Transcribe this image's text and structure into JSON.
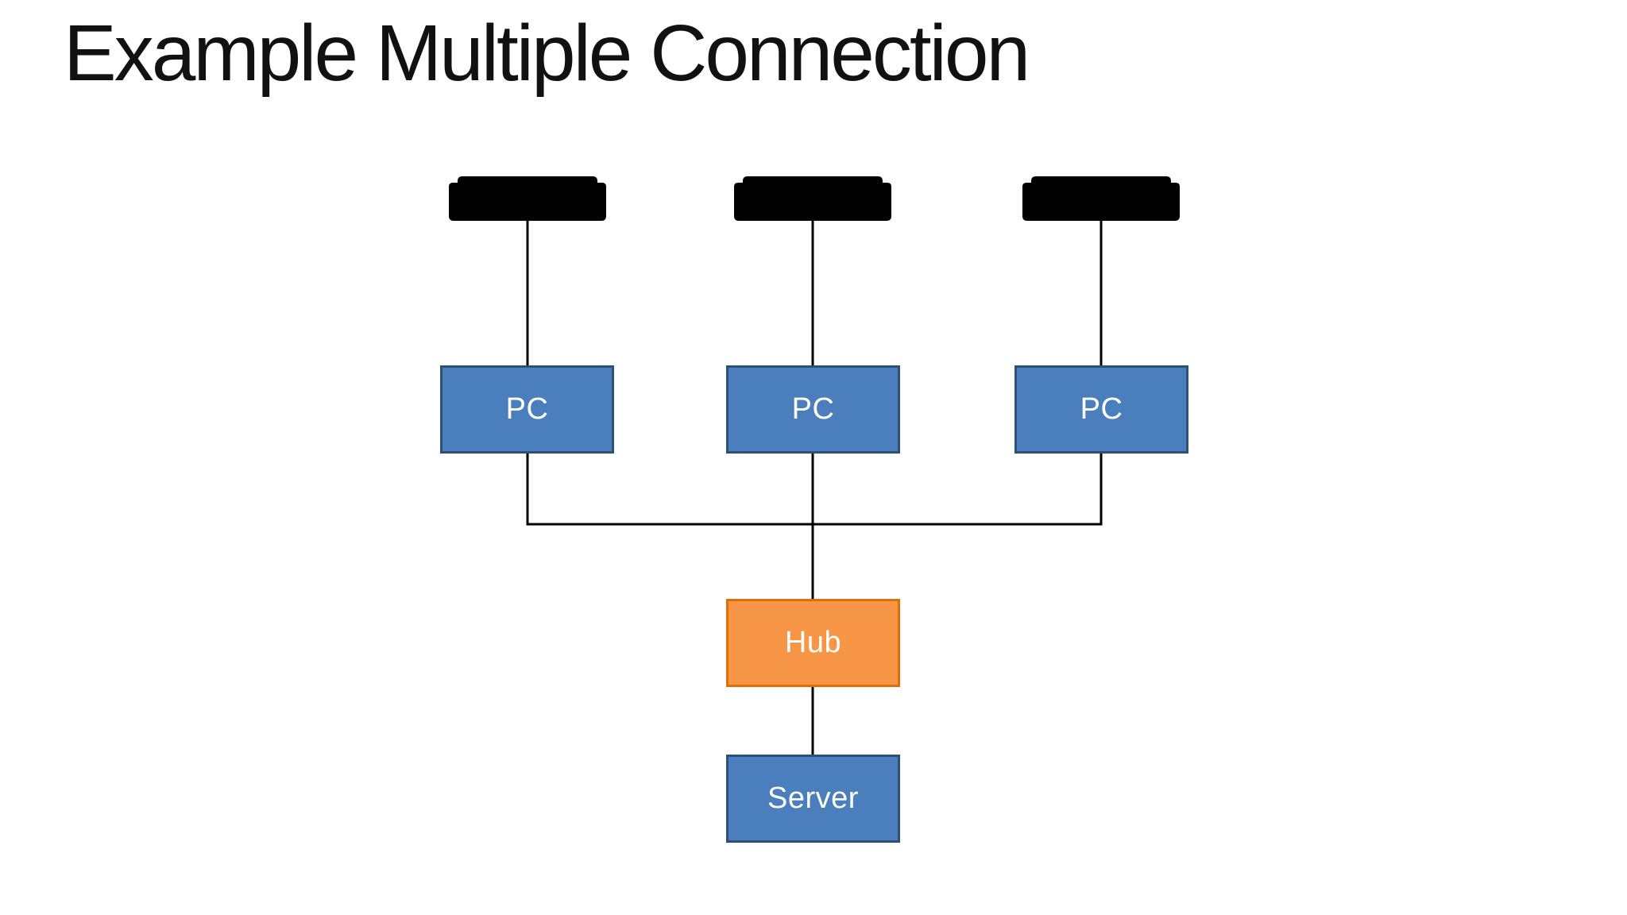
{
  "slide": {
    "title": "Example Multiple Connection",
    "background": "#FFFFFF"
  },
  "diagram": {
    "clients": [
      {
        "label": "PC",
        "device_icon": "laptop-icon"
      },
      {
        "label": "PC",
        "device_icon": "laptop-icon"
      },
      {
        "label": "PC",
        "device_icon": "laptop-icon"
      }
    ],
    "hub": {
      "label": "Hub"
    },
    "server": {
      "label": "Server"
    },
    "colors": {
      "client_fill": "#4A7EBD",
      "client_border": "#2D5176",
      "hub_fill": "#F79646",
      "hub_border": "#E36C0A",
      "connector_line": "#000000",
      "laptop_silhouette": "#000000",
      "title_text": "#111111",
      "node_label_text": "#FFFFFF"
    }
  }
}
